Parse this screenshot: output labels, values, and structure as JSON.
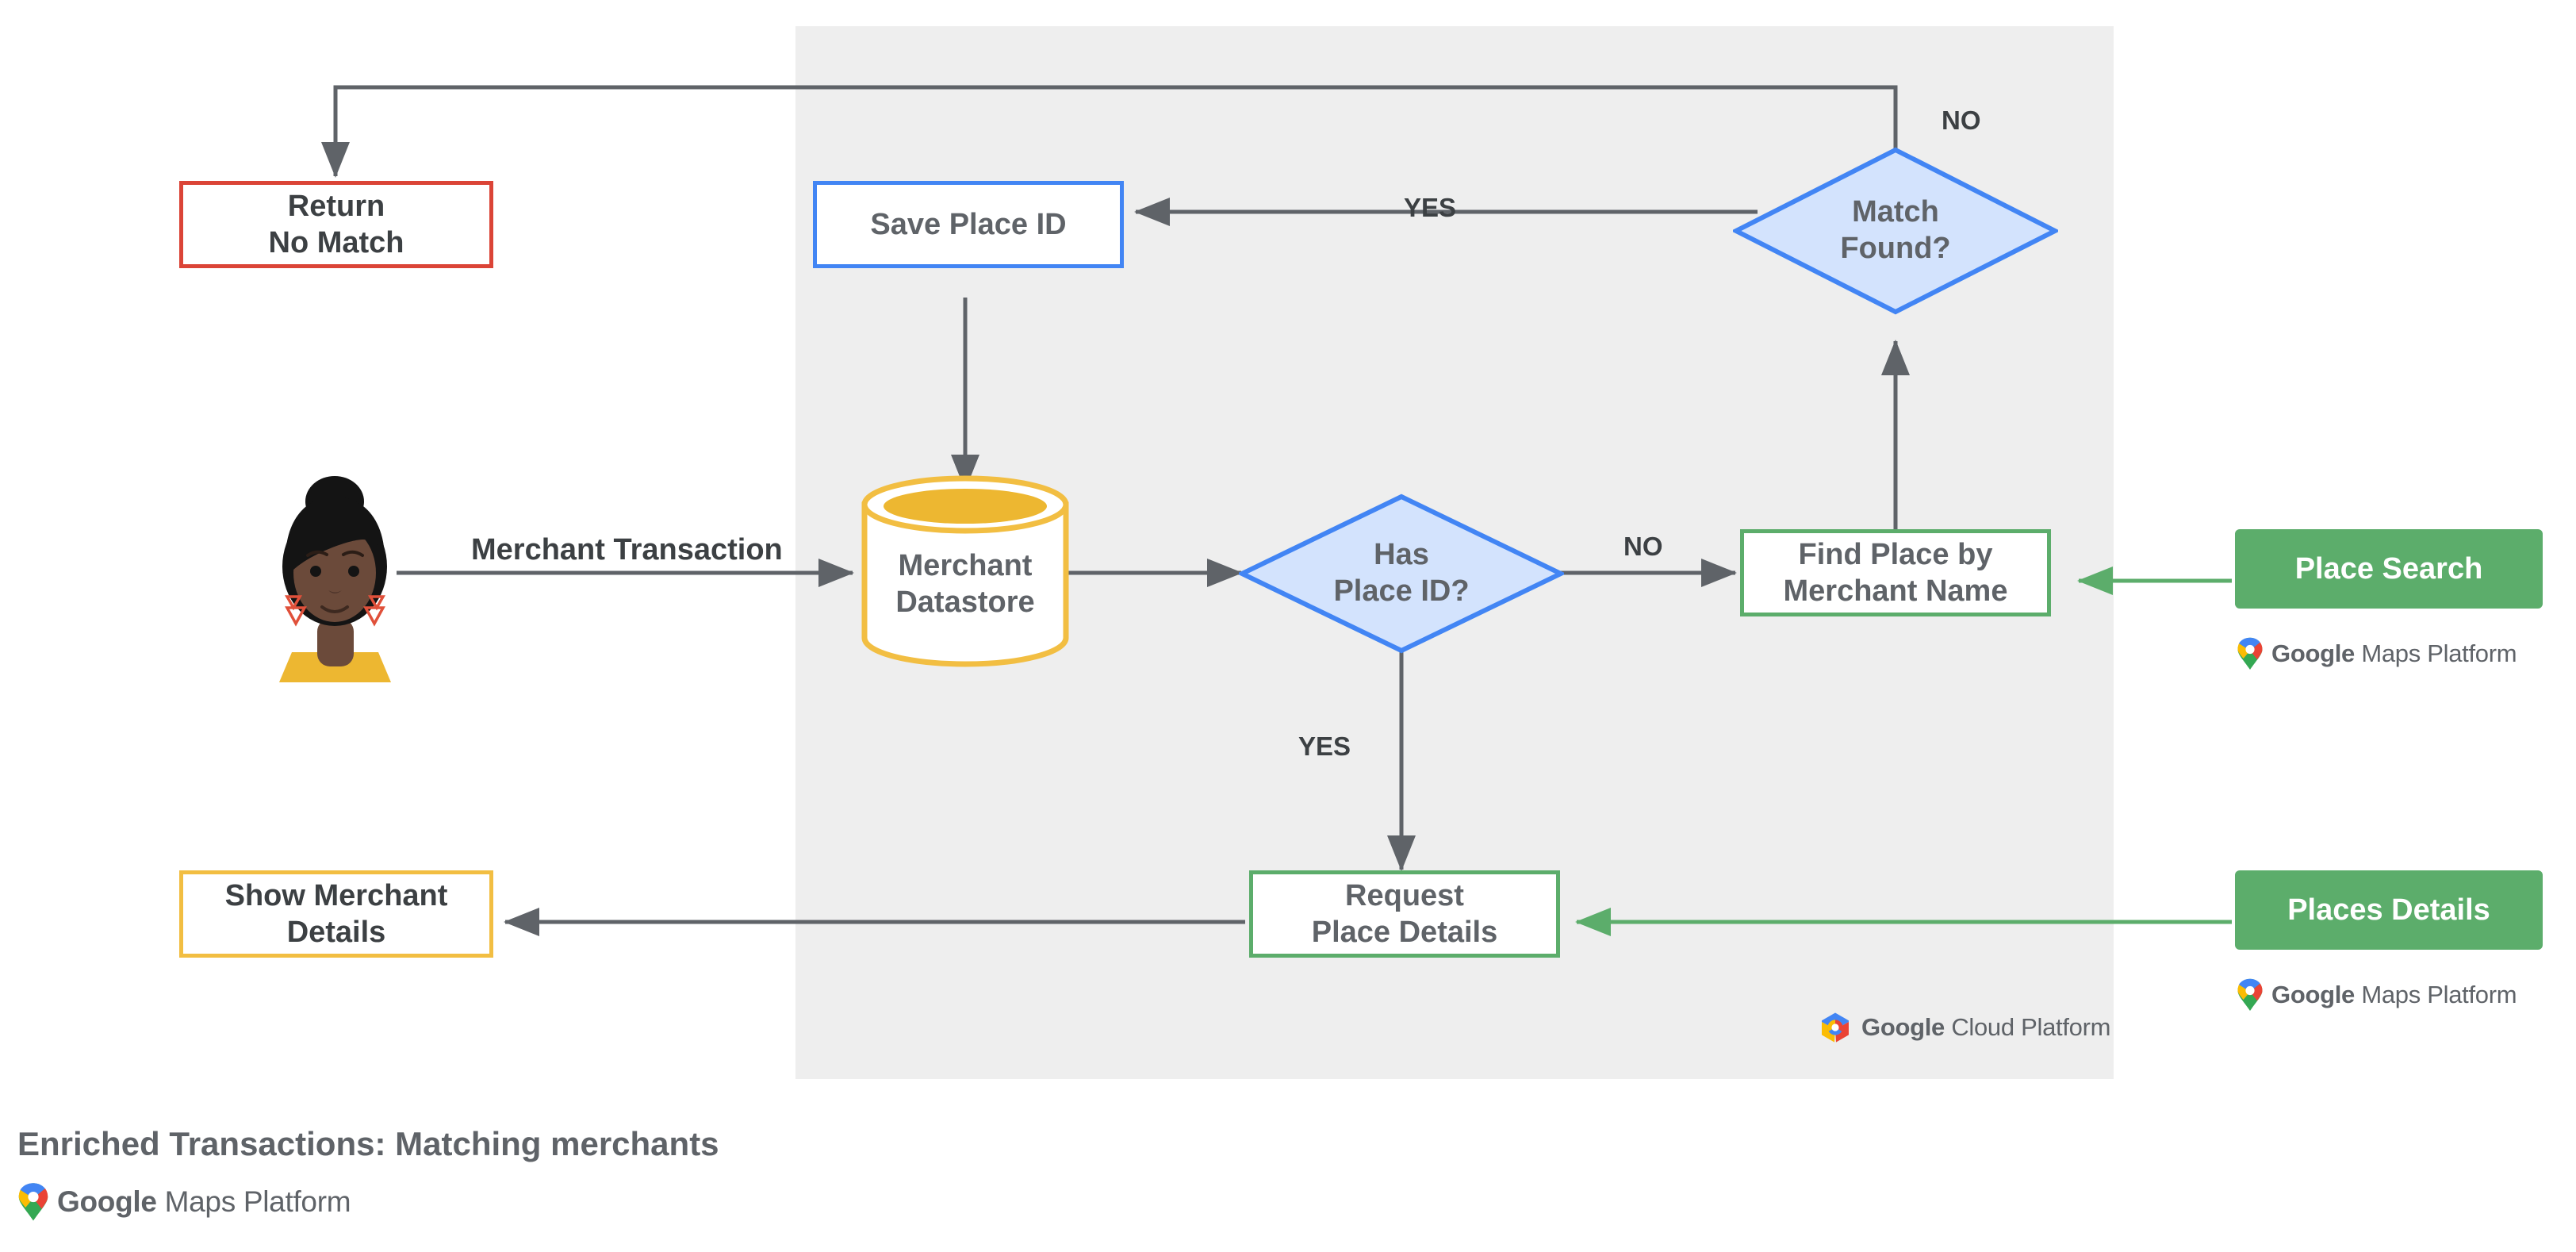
{
  "diagram": {
    "title": "Enriched Transactions: Matching merchants",
    "panel_label": "google-cloud-platform-region"
  },
  "nodes": {
    "return_no_match": {
      "label": "Return\nNo Match",
      "color": "#DB4437",
      "shape": "rect"
    },
    "save_place_id": {
      "label": "Save Place ID",
      "color": "#4285F4",
      "shape": "rect"
    },
    "match_found": {
      "label": "Match\nFound?",
      "color": "#4285F4",
      "fill": "#D3E3FD",
      "shape": "diamond"
    },
    "merchant_datastore": {
      "label": "Merchant\nDatastore",
      "color": "#F2BE42",
      "shape": "cylinder"
    },
    "has_place_id": {
      "label": "Has\nPlace ID?",
      "color": "#4285F4",
      "fill": "#D3E3FD",
      "shape": "diamond"
    },
    "find_place": {
      "label": "Find Place by\nMerchant Name",
      "color": "#5CAD6B",
      "shape": "rect"
    },
    "request_place_details": {
      "label": "Request\nPlace Details",
      "color": "#5CAD6B",
      "shape": "rect"
    },
    "show_merchant_details": {
      "label": "Show Merchant\nDetails",
      "color": "#F2BE42",
      "shape": "rect"
    },
    "user_avatar": {
      "label": "merchant-user-avatar"
    }
  },
  "api_chips": [
    {
      "label": "Place Search",
      "color": "#5CAD6B"
    },
    {
      "label": "Places Details",
      "color": "#5CAD6B"
    }
  ],
  "edge_labels": {
    "merchant_transaction": "Merchant Transaction",
    "has_place_id_no": "NO",
    "has_place_id_yes": "YES",
    "match_found_yes": "YES",
    "match_found_no": "NO"
  },
  "logos": {
    "maps_platform": {
      "brand": "Google",
      "product": "Maps Platform"
    },
    "cloud_platform": {
      "brand": "Google",
      "product": "Cloud Platform"
    }
  },
  "brand_colors": {
    "blue": "#4285F4",
    "red": "#DB4437",
    "yellow": "#F2BE42",
    "green": "#5CAD6B",
    "gray_panel": "#EEEEEE",
    "connector": "#5f6368",
    "diamond_fill": "#D3E3FD"
  }
}
